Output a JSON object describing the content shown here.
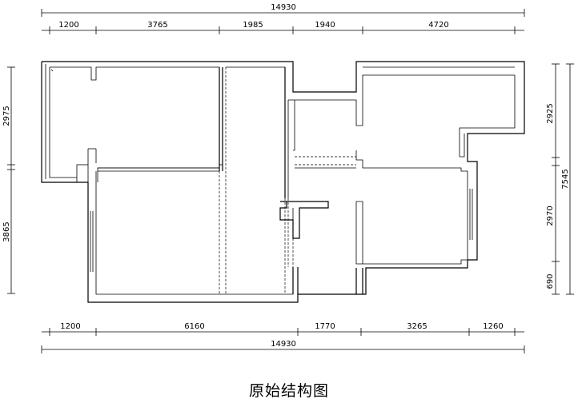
{
  "caption": "原始结构图",
  "dimensions": {
    "top_total": "14930",
    "top_segments": [
      "1200",
      "3765",
      "1985",
      "1940",
      "4720"
    ],
    "bottom_segments": [
      "1200",
      "6160",
      "1770",
      "3265",
      "1260"
    ],
    "bottom_total": "14930",
    "left_segments": [
      "2975",
      "3865"
    ],
    "right_segments": [
      "2925",
      "2970",
      "690"
    ],
    "right_total": "7545"
  }
}
